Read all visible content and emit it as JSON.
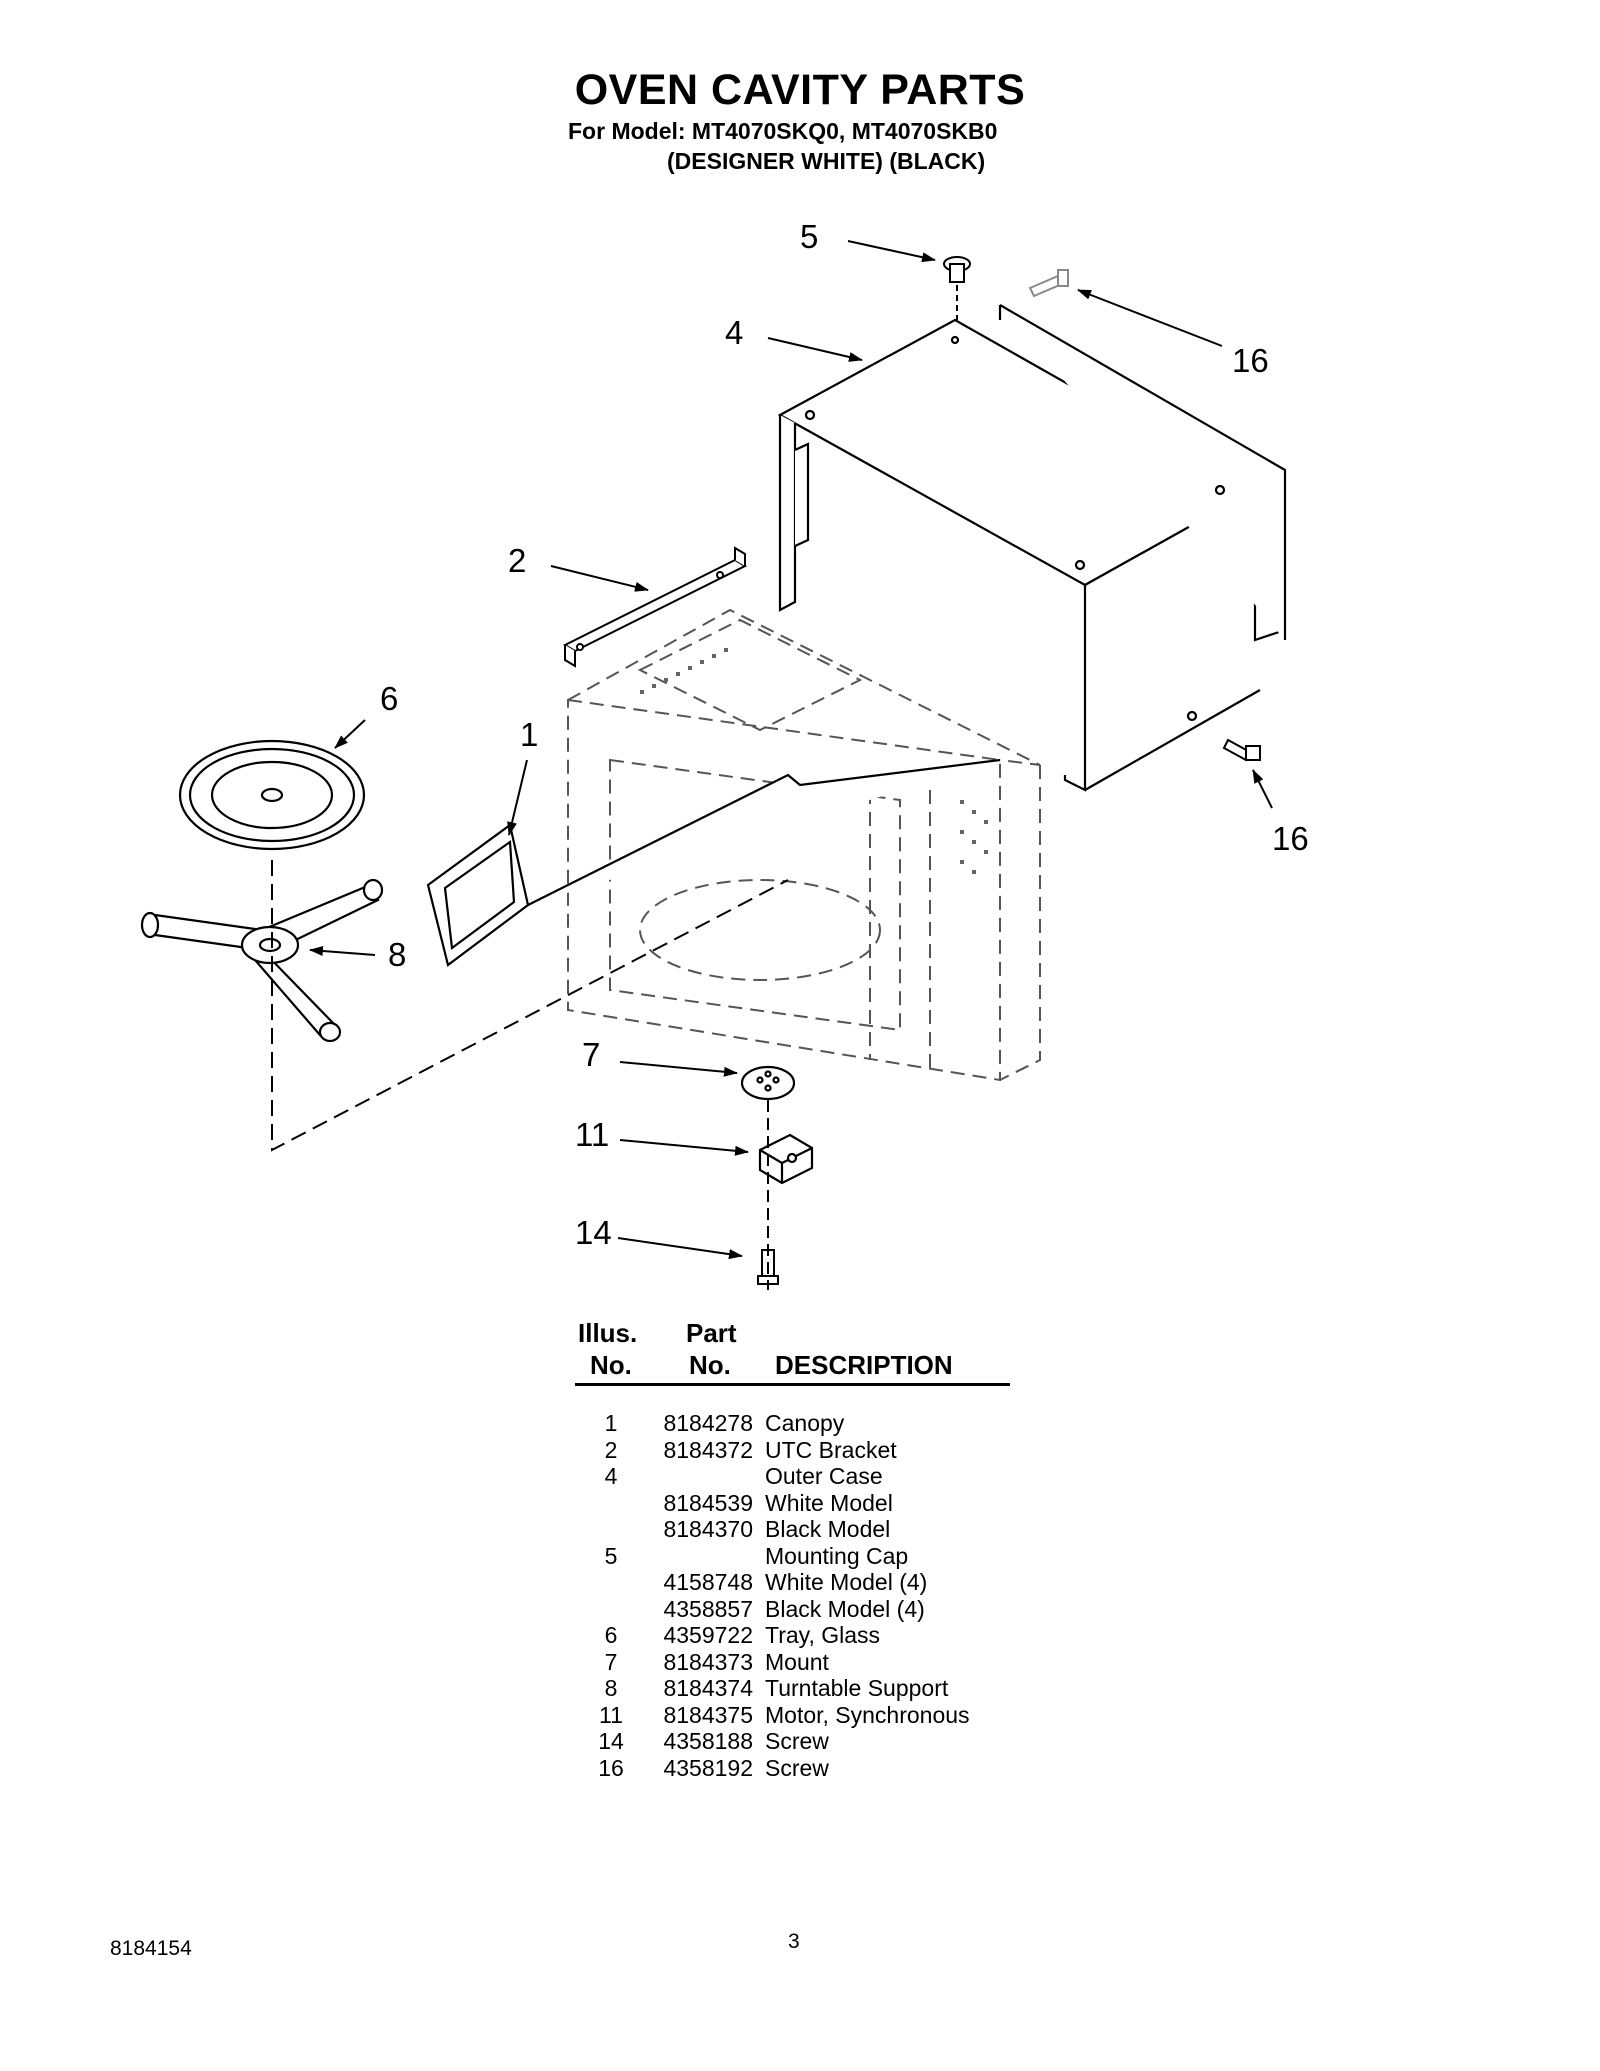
{
  "header": {
    "title": "OVEN CAVITY PARTS",
    "model_line": "For Model: MT4070SKQ0, MT4070SKB0",
    "color_line": "(DESIGNER WHITE) (BLACK)"
  },
  "diagram": {
    "callouts": [
      "5",
      "16",
      "4",
      "2",
      "6",
      "1",
      "16",
      "8",
      "7",
      "11",
      "14"
    ]
  },
  "table": {
    "headers": {
      "illus_top": "Illus.",
      "illus_bottom": "No.",
      "part_top": "Part",
      "part_bottom": "No.",
      "description": "DESCRIPTION"
    },
    "rows": [
      {
        "illus": "1",
        "part": "8184278",
        "description": "Canopy"
      },
      {
        "illus": "2",
        "part": "8184372",
        "description": "UTC Bracket"
      },
      {
        "illus": "4",
        "part": "",
        "description": "Outer Case"
      },
      {
        "illus": "",
        "part": "8184539",
        "description": "White Model"
      },
      {
        "illus": "",
        "part": "8184370",
        "description": "Black Model"
      },
      {
        "illus": "5",
        "part": "",
        "description": "Mounting Cap"
      },
      {
        "illus": "",
        "part": "4158748",
        "description": "White Model (4)"
      },
      {
        "illus": "",
        "part": "4358857",
        "description": "Black Model (4)"
      },
      {
        "illus": "6",
        "part": "4359722",
        "description": "Tray, Glass"
      },
      {
        "illus": "7",
        "part": "8184373",
        "description": "Mount"
      },
      {
        "illus": "8",
        "part": "8184374",
        "description": "Turntable Support"
      },
      {
        "illus": "11",
        "part": "8184375",
        "description": "Motor, Synchronous"
      },
      {
        "illus": "14",
        "part": "4358188",
        "description": "Screw"
      },
      {
        "illus": "16",
        "part": "4358192",
        "description": "Screw"
      }
    ]
  },
  "footer": {
    "doc_number": "8184154",
    "page_number": "3"
  }
}
